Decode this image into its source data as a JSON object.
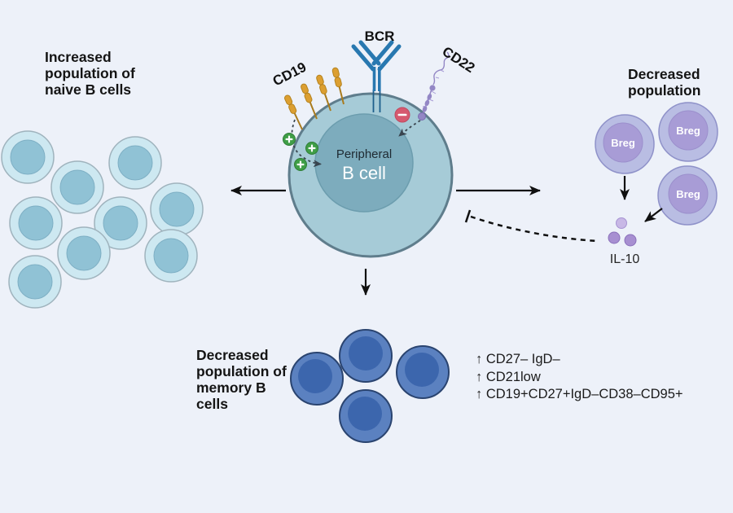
{
  "center": {
    "nucleus_label_top": "Peripheral",
    "nucleus_label_main": "B cell",
    "bcr_label": "BCR",
    "cd19_label": "CD19",
    "cd22_label": "CD22"
  },
  "left_panel": {
    "caption": "Increased\npopulation of\nnaive B cells",
    "naive_cell_count": 9
  },
  "right_panel": {
    "caption": "Decreased\npopulation",
    "breg_label": "Breg",
    "breg_cell_count": 3,
    "il10_label": "IL-10"
  },
  "bottom_panel": {
    "caption": "Decreased\npopulation of\nmemory B\ncells",
    "memory_cell_count": 4,
    "markers": [
      "↑ CD27– IgD–",
      "↑ CD21low",
      "↑ CD19+CD27+IgD–CD38–CD95+"
    ]
  },
  "colors": {
    "background": "#edf1f9",
    "cell_body": "#a6cbd7",
    "cell_nucleus": "#7dacbd",
    "naive_cell": "#cde8f1",
    "naive_nucleus": "#90c2d5",
    "memory_cell": "#5b81c0",
    "memory_nucleus": "#3c66ad",
    "breg_cell": "#b9bde3",
    "breg_nucleus": "#a89cd6",
    "bcr_blue": "#2878b0",
    "cd19_orange": "#dc9f31",
    "cd22_purple": "#9387c5",
    "plus_green": "#3f9e47",
    "minus_red": "#d6596f",
    "il10_dot": "#a78fd1"
  }
}
